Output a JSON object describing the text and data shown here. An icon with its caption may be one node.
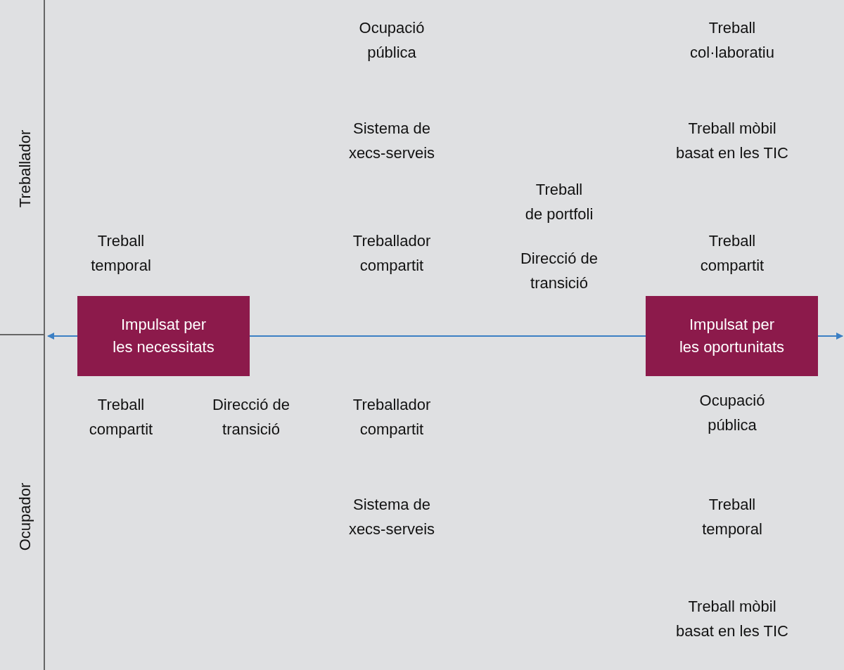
{
  "diagram": {
    "nodes": [
      {
        "text": [
          "Impulsat per les necessitats"
        ]
      },
      {
        "text": [
          "Impulsat per les oportunitats"
        ]
      }
    ],
    "edges": [
      {
        "from": 0,
        "to": 1,
        "arrow": "none"
      },
      {
        "from": 0,
        "to": null,
        "arrow": "to"
      },
      {
        "from": 1,
        "to": null,
        "arrow": "to"
      }
    ],
    "labels": [
      "Treballador",
      "Ocupació pública",
      "Treball col·laboratiu",
      "Sistema de xecs-serveis",
      "Treball mòbil basat en les TIC",
      "Treball de portfoli",
      "Treball temporal",
      "Treballador compartit",
      "Direcció de transició",
      "Treball compartit",
      "Treball compartit",
      "Direcció de transició",
      "Treballador compartit",
      "Ocupació pública",
      "Ocupador",
      "Sistema de xecs-serveis",
      "Treball temporal",
      "Treball mòbil basat en les TIC"
    ]
  }
}
